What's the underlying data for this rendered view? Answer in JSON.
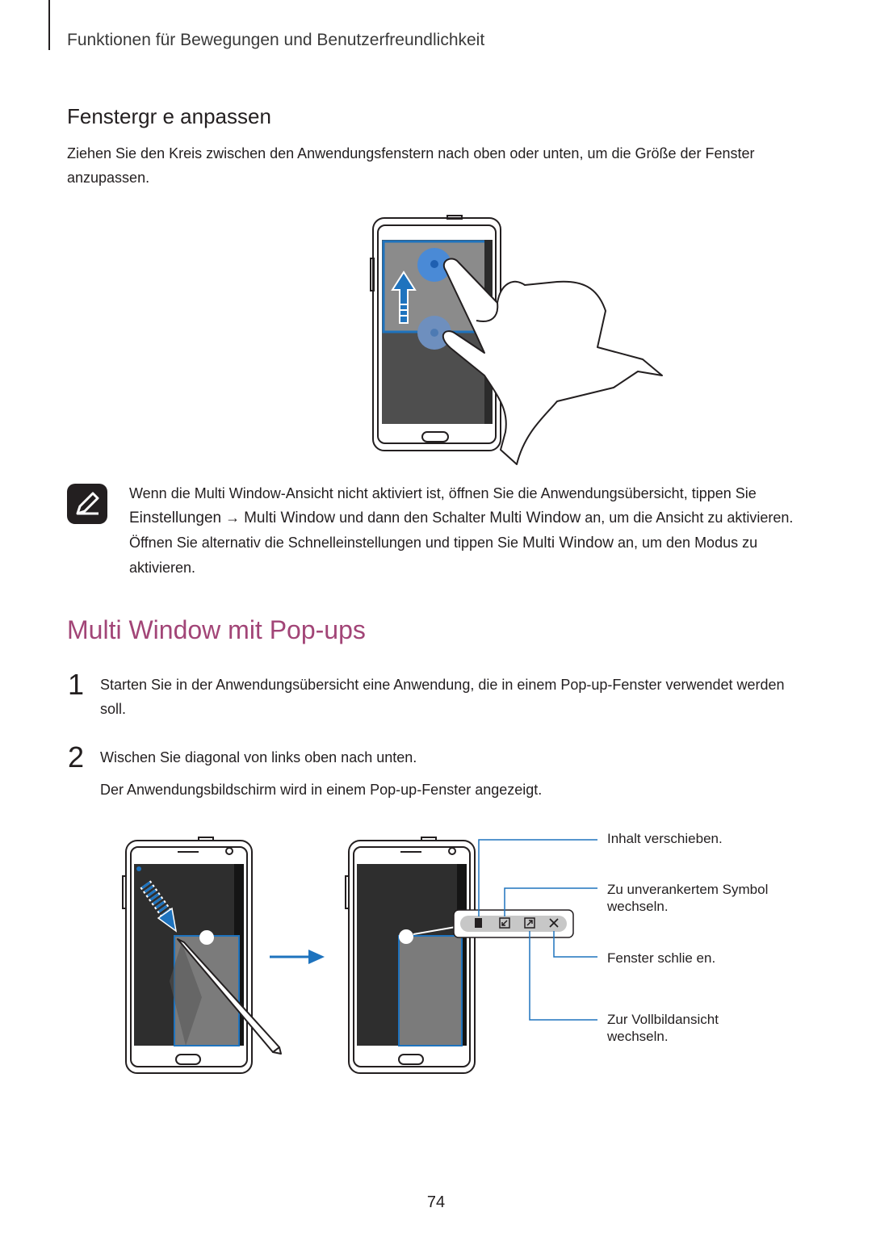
{
  "header": {
    "chapter_title": "Funktionen für Bewegungen und Benutzerfreundlichkeit"
  },
  "section1": {
    "heading": "Fenstergr   e anpassen",
    "body": "Ziehen Sie den Kreis zwischen den Anwendungsfenstern nach oben oder unten, um die Größe der Fenster anzupassen."
  },
  "note": {
    "icon": "note-icon",
    "text_1": "Wenn die Multi Window-Ansicht nicht aktiviert ist, öffnen Sie die Anwendungsübersicht, tippen Sie ",
    "ui_1": "Einstellungen",
    "arrow": " → ",
    "ui_2": "Multi Window",
    "text_2": " und dann den Schalter ",
    "ui_3": "Multi Window",
    "text_3": " an, um die Ansicht zu aktivieren. Öffnen Sie alternativ die Schnelleinstellungen und tippen Sie ",
    "ui_4": "Multi Window",
    "text_4": " an, um den Modus zu aktivieren."
  },
  "section2": {
    "heading": "Multi Window mit Pop-ups",
    "steps": [
      {
        "number": "1",
        "text": "Starten Sie in der Anwendungsübersicht eine Anwendung, die in einem Pop-up-Fenster verwendet werden soll."
      },
      {
        "number": "2",
        "text": "Wischen Sie diagonal von links oben nach unten.",
        "result": "Der Anwendungsbildschirm wird in einem Pop-up-Fenster angezeigt."
      }
    ]
  },
  "callouts": {
    "move": "Inhalt verschieben.",
    "minimize": "Zu unverankertem Symbol wechseln.",
    "close": "Fenster schlie en.",
    "fullscreen": "Zur Vollbildansicht wechseln."
  },
  "colors": {
    "accent_heading": "#a24577",
    "highlight_blue": "#1e73be",
    "screen_gray": "#6b6b6b"
  },
  "page_number": "74"
}
